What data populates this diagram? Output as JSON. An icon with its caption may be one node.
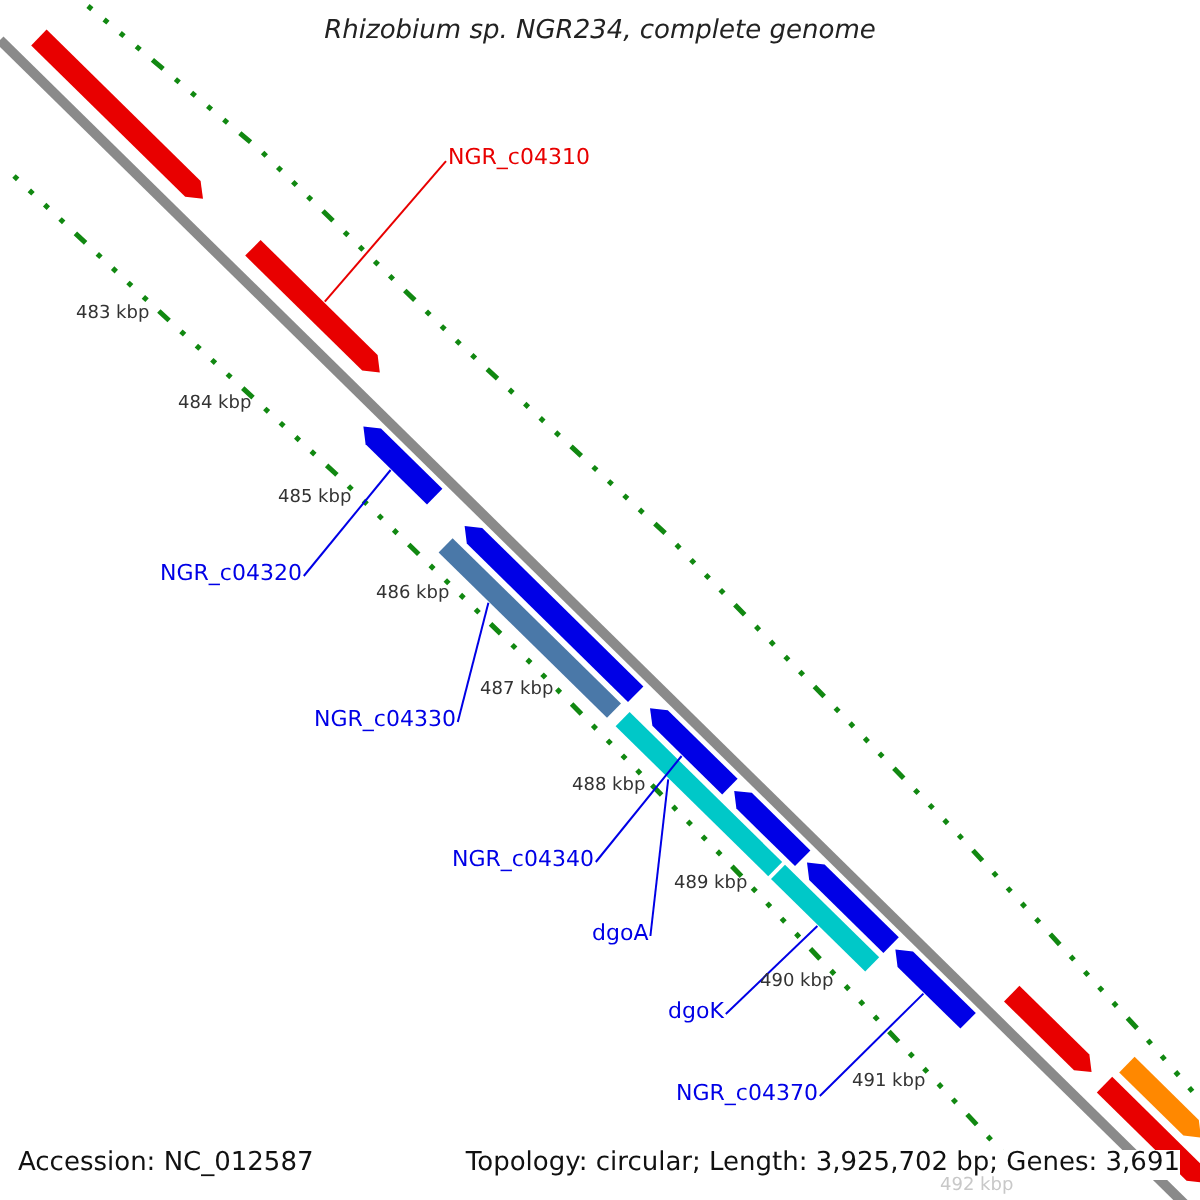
{
  "diagram": {
    "title": "Rhizobium sp. NGR234, complete genome",
    "nodes": [
      {
        "text": [
          "NGR_c04310"
        ]
      },
      {
        "text": [],
        "shape": "pentagon"
      },
      {
        "text": [
          "NGR_c04320"
        ]
      },
      {
        "text": [],
        "shape": "pentagon"
      },
      {
        "text": [
          "NGR_c04330"
        ]
      },
      {
        "text": [],
        "shape": "box"
      },
      {
        "text": [
          "NGR_c04340"
        ]
      },
      {
        "text": [],
        "shape": "pentagon"
      },
      {
        "text": [
          "dgoA"
        ]
      },
      {
        "text": [],
        "shape": "box"
      },
      {
        "text": [
          "dgoK"
        ]
      },
      {
        "text": [],
        "shape": "box"
      },
      {
        "text": [
          "NGR_c04370"
        ]
      },
      {
        "text": [],
        "shape": "pentagon"
      },
      {
        "text": [],
        "shape": "pentagon"
      },
      {
        "text": [],
        "shape": "pentagon"
      },
      {
        "text": [],
        "shape": "pentagon"
      },
      {
        "text": [],
        "shape": "pentagon"
      },
      {
        "text": [],
        "shape": "pentagon"
      },
      {
        "text": [],
        "shape": "pentagon"
      },
      {
        "text": [],
        "shape": "pentagon"
      }
    ],
    "edges": [
      {
        "from": 0,
        "to": 1,
        "arrow": "none",
        "color": "#e80000"
      },
      {
        "from": 2,
        "to": 3,
        "arrow": "none"
      },
      {
        "from": 4,
        "to": 5,
        "arrow": "none"
      },
      {
        "from": 6,
        "to": 7,
        "arrow": "none"
      },
      {
        "from": 8,
        "to": 9,
        "arrow": "none"
      },
      {
        "from": 10,
        "to": 11,
        "arrow": "none"
      },
      {
        "from": 12,
        "to": 13,
        "arrow": "none"
      }
    ],
    "labels": [
      "483 kbp",
      "484 kbp",
      "485 kbp",
      "486 kbp",
      "487 kbp",
      "488 kbp",
      "489 kbp",
      "490 kbp",
      "491 kbp",
      "Accession: NC_012587",
      "Topology: circular; Length: 3,925,702 bp; Genes: 3,691",
      "492 kbp"
    ]
  }
}
